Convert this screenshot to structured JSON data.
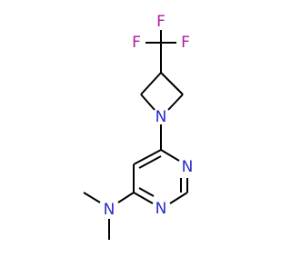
{
  "molecule": {
    "atoms": {
      "F_top": "F",
      "F_left": "F",
      "F_right": "F",
      "N_azetidine": "N",
      "N_pyrimidine_top": "N",
      "N_pyrimidine_bottom": "N",
      "N_dimethylamine": "N"
    },
    "colors": {
      "fluorine": "#b3189e",
      "nitrogen": "#2a2acb",
      "bond": "#000000"
    }
  }
}
